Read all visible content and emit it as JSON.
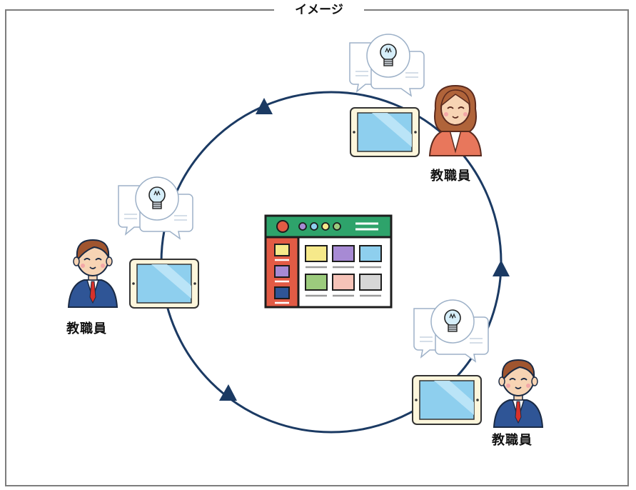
{
  "title": "イメージ",
  "nodes": [
    {
      "id": "staff-top-right",
      "label": "教職員"
    },
    {
      "id": "staff-left",
      "label": "教職員"
    },
    {
      "id": "staff-bottom-right",
      "label": "教職員"
    }
  ],
  "colors": {
    "circle": "#1b3a63",
    "frame": "#7d7d7d",
    "dashboard_header": "#2ea36b",
    "dashboard_sidebar": "#e25b45",
    "tablet_screen": "#8ecfee",
    "suit": "#2f5596",
    "blazer_female": "#e8775c",
    "tie": "#d8312a"
  },
  "icons": [
    "lightbulb-icon",
    "speech-bubble-icon",
    "tablet-icon",
    "dashboard-icon",
    "person-icon"
  ]
}
